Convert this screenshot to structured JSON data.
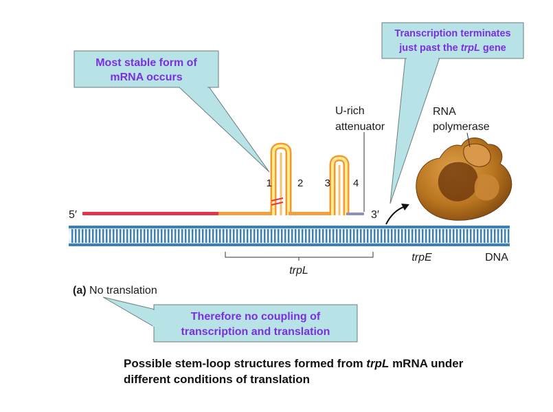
{
  "callouts": {
    "stable_line1": "Most stable form of",
    "stable_line2": "mRNA occurs",
    "terminate_line1": "Transcription terminates",
    "terminate_line2_pre": "just past the ",
    "terminate_line2_ital": "trpL",
    "terminate_line2_post": " gene",
    "coupling_line1": "Therefore no coupling of",
    "coupling_line2": "transcription and translation"
  },
  "labels": {
    "five_prime": "5′",
    "three_prime": "3′",
    "region1": "1",
    "region2": "2",
    "region3": "3",
    "region4": "4",
    "u_rich_line1": "U-rich",
    "u_rich_line2": "attenuator",
    "rna_pol_line1": "RNA",
    "rna_pol_line2": "polymerase",
    "trpL": "trpL",
    "trpE": "trpE",
    "dna": "DNA",
    "panel_letter": "(a)",
    "panel_text": " No translation"
  },
  "caption": {
    "line1_pre": "Possible stem-loop structures formed from ",
    "line1_ital": "trpL",
    "line1_post": " mRNA under",
    "line2": "different conditions of translation"
  },
  "colors": {
    "callout_fill": "#b7e3e6",
    "callout_text": "#7b2fe0",
    "mrna_red": "#e3344a",
    "mrna_orange": "#f0a040",
    "stem_yellow": "#fbe27a",
    "dna_blue": "#3f7fb0",
    "polymerase": "#b8741e"
  }
}
